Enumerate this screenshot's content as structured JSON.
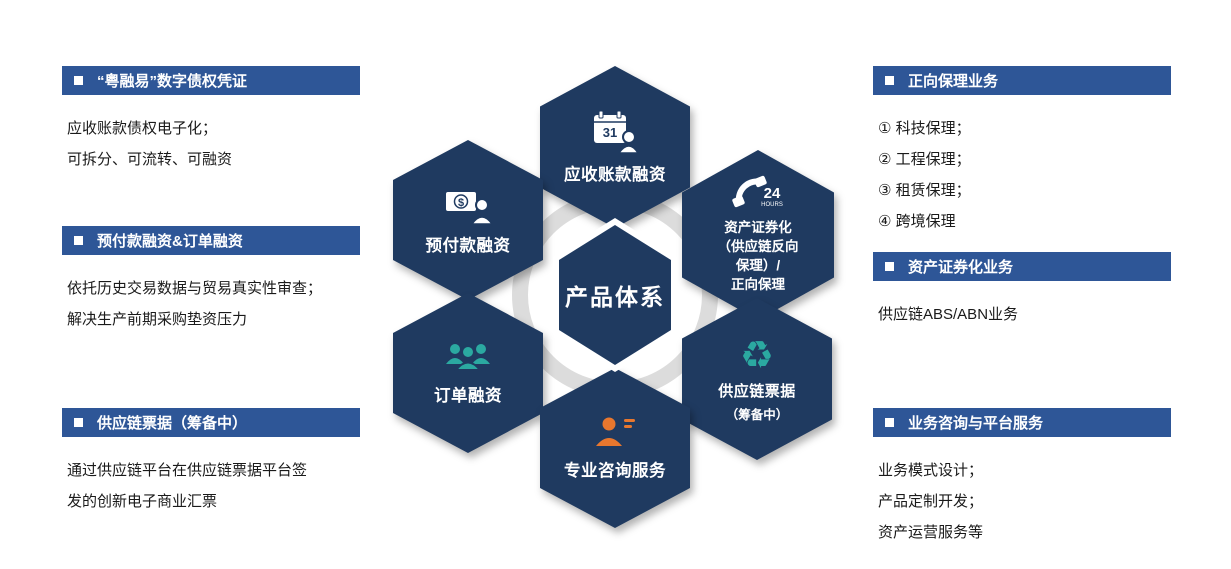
{
  "colors": {
    "navy": "#1f3a60",
    "header_blue": "#2e5697",
    "teal": "#2ba9a1",
    "orange": "#e8772e",
    "ring_gray": "#dcdcdc"
  },
  "center_hex": {
    "label": "产品体系"
  },
  "hexes": {
    "top": {
      "label": "应收账款融资",
      "icon": "calendar-31-person-icon",
      "calendar_day": "31"
    },
    "top_left": {
      "label": "预付款融资",
      "icon": "banknote-person-icon",
      "currency_symbol": "$"
    },
    "top_right": {
      "lines": [
        "资产证券化",
        "（供应链反向",
        "保理）/",
        "正向保理"
      ],
      "icon": "phone-24-hours-icon",
      "phone_number": "24",
      "phone_caption": "HOURS"
    },
    "bottom_left": {
      "label": "订单融资",
      "icon": "team-people-icon"
    },
    "bottom_right": {
      "label": "供应链票据",
      "sub_label": "（筹备中）",
      "icon": "recycle-icon",
      "recycle_glyph": "♻"
    },
    "bottom": {
      "label": "专业咨询服务",
      "icon": "consultant-person-icon"
    }
  },
  "left_panels": [
    {
      "title": "“粤融易”数字债权凭证",
      "lines": [
        "应收账款债权电子化；",
        "可拆分、可流转、可融资"
      ]
    },
    {
      "title": "预付款融资&订单融资",
      "lines": [
        "依托历史交易数据与贸易真实性审查；",
        "解决生产前期采购垫资压力"
      ]
    },
    {
      "title": "供应链票据（筹备中）",
      "lines": [
        "通过供应链平台在供应链票据平台签",
        "发的创新电子商业汇票"
      ]
    }
  ],
  "right_panels": [
    {
      "title": "正向保理业务",
      "lines": [
        "① 科技保理；",
        "② 工程保理；",
        "③ 租赁保理；",
        "④ 跨境保理"
      ]
    },
    {
      "title": "资产证券化业务",
      "lines": [
        "供应链ABS/ABN业务"
      ]
    },
    {
      "title": "业务咨询与平台服务",
      "lines": [
        "业务模式设计；",
        "产品定制开发；",
        "资产运营服务等"
      ]
    }
  ]
}
